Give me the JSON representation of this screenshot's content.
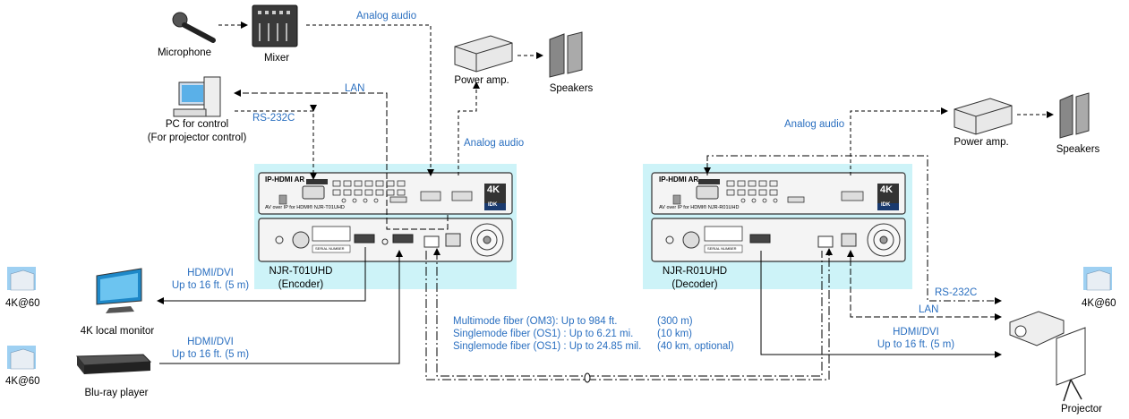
{
  "devices": {
    "microphone": "Microphone",
    "mixer": "Mixer",
    "pc_line1": "PC for control",
    "pc_line2": "(For projector control)",
    "power_amp_left": "Power amp.",
    "speakers_left": "Speakers",
    "power_amp_right": "Power amp.",
    "speakers_right": "Speakers",
    "encoder_model": "NJR-T01UHD",
    "encoder_role": "(Encoder)",
    "decoder_model": "NJR-R01UHD",
    "decoder_role": "(Decoder)",
    "monitor": "4K local monitor",
    "bluray": "Blu-ray player",
    "projector": "Projector"
  },
  "resolutions": {
    "top_left": "4K@60",
    "bottom_left": "4K@60",
    "right": "4K@60"
  },
  "connections": {
    "analog_audio_top": "Analog audio",
    "lan_left": "LAN",
    "rs232c_left": "RS-232C",
    "analog_audio_left": "Analog audio",
    "analog_audio_right": "Analog audio",
    "hdmi_monitor_1": "HDMI/DVI",
    "hdmi_monitor_2": "Up to 16 ft. (5 m)",
    "hdmi_bluray_1": "HDMI/DVI",
    "hdmi_bluray_2": "Up to 16 ft. (5 m)",
    "rs232c_right": "RS-232C",
    "lan_right": "LAN",
    "hdmi_projector_1": "HDMI/DVI",
    "hdmi_projector_2": "Up to 16 ft. (5 m)"
  },
  "fiber": [
    {
      "type": "Multimode fiber   (OM3): Up to 984 ft.",
      "metric": "(300 m)"
    },
    {
      "type": "Singlemode fiber (OS1) : Up to 6.21 mi.",
      "metric": "(10 km)"
    },
    {
      "type": "Singlemode fiber (OS1) : Up to 24.85 mil.",
      "metric": "(40 km, optional)"
    }
  ],
  "panels": {
    "brand": "IP-HDMI AR",
    "subtitle_enc": "AV over IP for HDMI®  NJR-T01UHD",
    "subtitle_dec": "AV over IP for HDMI®  NJR-R01UHD",
    "badge": "4K",
    "maker": "IDK",
    "serial": "SERIAL NUMBER"
  },
  "colors": {
    "panel_bg": "#cdf3f8",
    "label_blue": "#2a6fc0"
  }
}
